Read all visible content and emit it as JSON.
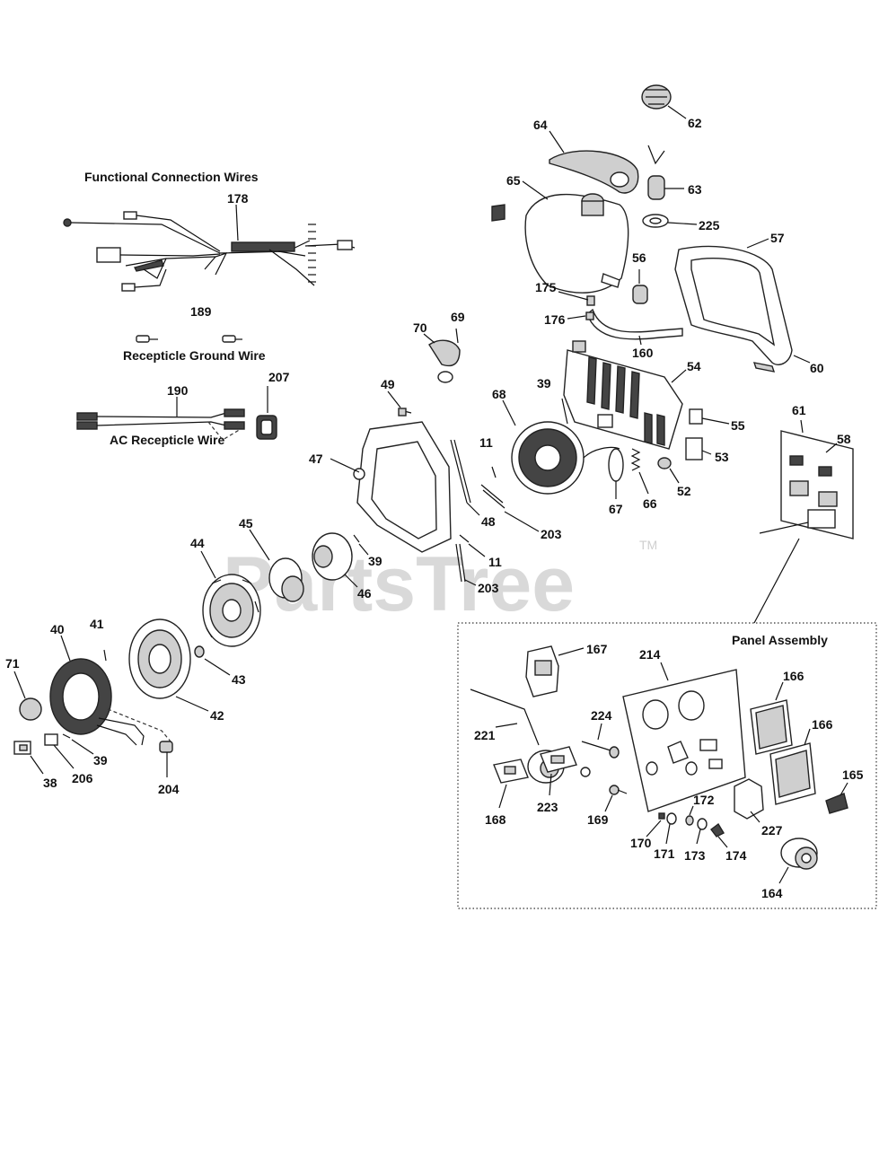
{
  "groups": {
    "functional_connection_wires": "Functional Connection Wires",
    "recepticle_ground_wire": "Recepticle Ground Wire",
    "ac_recepticle_wire": "AC Recepticle Wire",
    "panel_assembly": "Panel Assembly"
  },
  "watermark": {
    "text": "PartsTree",
    "mark": "TM"
  },
  "labels": {
    "p62": "62",
    "p64": "64",
    "p63": "63",
    "p225": "225",
    "p65": "65",
    "p57": "57",
    "p56": "56",
    "p175": "175",
    "p176": "176",
    "p160": "160",
    "p60": "60",
    "p70": "70",
    "p69": "69",
    "p54": "54",
    "p55": "55",
    "p39a": "39",
    "p68": "68",
    "p49": "49",
    "p61": "61",
    "p58": "58",
    "p53": "53",
    "p11a": "11",
    "p47": "47",
    "p52": "52",
    "p67": "67",
    "p66": "66",
    "p48": "48",
    "p203a": "203",
    "p11b": "11",
    "p203b": "203",
    "p39b": "39",
    "p46": "46",
    "p45": "45",
    "p44": "44",
    "p41": "41",
    "p40": "40",
    "p71": "71",
    "p43": "43",
    "p42": "42",
    "p39c": "39",
    "p206": "206",
    "p38": "38",
    "p204": "204",
    "p178": "178",
    "p189": "189",
    "p190": "190",
    "p207": "207",
    "p167": "167",
    "p214": "214",
    "p166a": "166",
    "p166b": "166",
    "p165": "165",
    "p221": "221",
    "p224": "224",
    "p168": "168",
    "p223": "223",
    "p169": "169",
    "p227": "227",
    "p172": "172",
    "p170": "170",
    "p171": "171",
    "p173": "173",
    "p174": "174",
    "p164": "164"
  }
}
